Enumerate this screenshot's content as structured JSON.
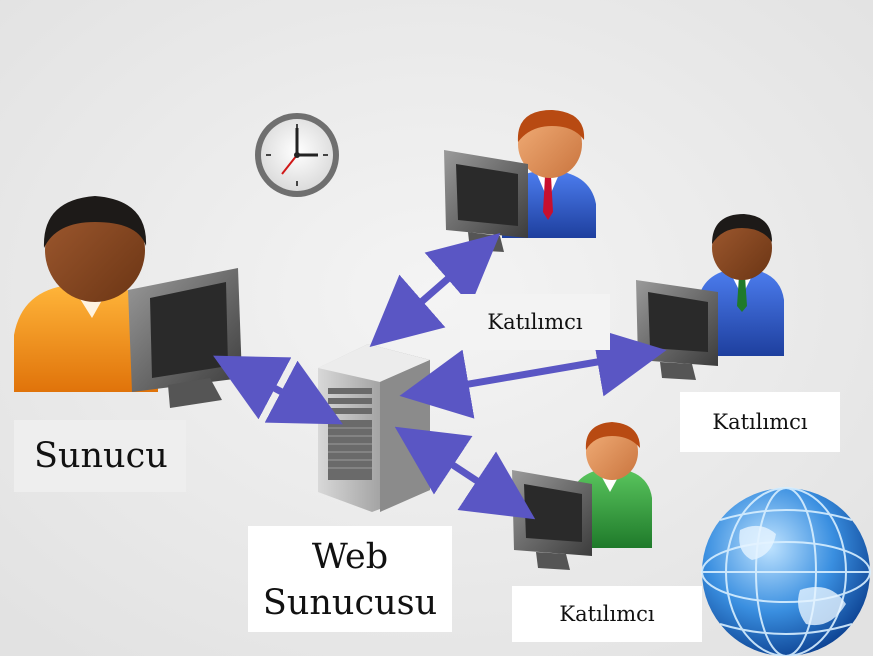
{
  "labels": {
    "presenter": "Sunucu",
    "web_server_line1": "Web",
    "web_server_line2": "Sunucusu",
    "participant_1": "Katılımcı",
    "participant_2": "Katılımcı",
    "participant_3": "Katılımcı"
  },
  "icons": [
    "clock-icon",
    "presenter-person-icon",
    "participant-person-icon",
    "monitor-icon",
    "server-tower-icon",
    "globe-icon",
    "double-arrow-icon"
  ],
  "colors": {
    "arrow": "#5a56c4",
    "presenter_shirt": "#f08a12",
    "participant_suit_blue": "#2b55c9",
    "participant_shirt_green": "#2e9a3a",
    "globe": "#2f7fd6"
  }
}
